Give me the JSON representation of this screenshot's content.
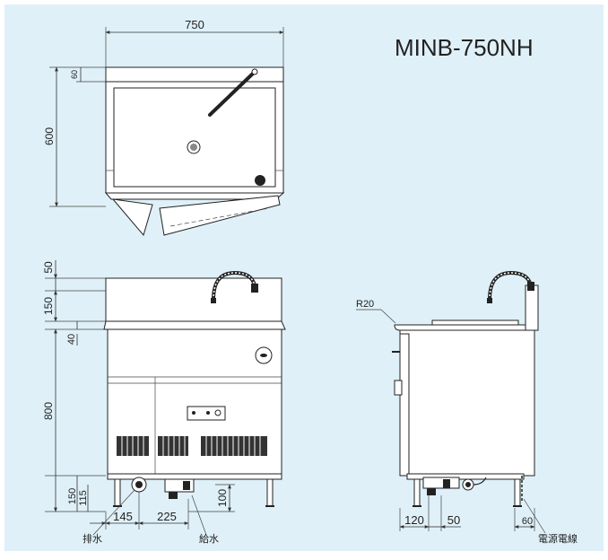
{
  "model": "MINB-750NH",
  "colors": {
    "background": "#dff0f8",
    "line": "#222222",
    "fill": "#ffffff"
  },
  "top_view": {
    "width": "750",
    "depth": "600",
    "backsplash": "60"
  },
  "front_view": {
    "h_top": "50",
    "h_splash": "150",
    "h_rim": "40",
    "h_total": "800",
    "h_bottom": "150",
    "h_bottom_inner": "115",
    "h_supply": "100",
    "w_drain": "145",
    "w_supply": "225",
    "label_drain": "排水",
    "label_supply": "給水"
  },
  "side_view": {
    "radius": "R20",
    "w_front": "120",
    "w_pipe": "50",
    "w_back": "60",
    "label_power": "電源電線"
  }
}
